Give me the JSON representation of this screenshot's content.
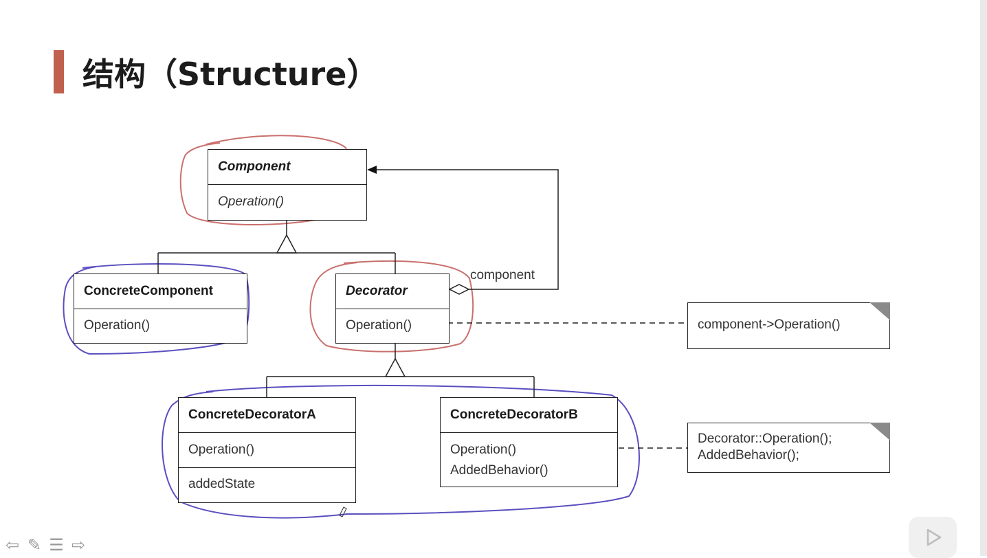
{
  "slide": {
    "title": "结构（Structure）",
    "accent_color": "#c0604e"
  },
  "diagram": {
    "component": {
      "name": "Component",
      "operations": [
        "Operation()"
      ]
    },
    "concrete_component": {
      "name": "ConcreteComponent",
      "operations": [
        "Operation()"
      ]
    },
    "decorator": {
      "name": "Decorator",
      "operations": [
        "Operation()"
      ]
    },
    "concrete_decorator_a": {
      "name": "ConcreteDecoratorA",
      "operations": [
        "Operation()"
      ],
      "state": [
        "addedState"
      ]
    },
    "concrete_decorator_b": {
      "name": "ConcreteDecoratorB",
      "operations": [
        "Operation()",
        "AddedBehavior()"
      ]
    },
    "association_label": "component",
    "note_decorator": [
      "component->Operation()"
    ],
    "note_concrete_b": [
      "Decorator::Operation();",
      "AddedBehavior();"
    ],
    "annotation_colors": {
      "red": "#c9706e",
      "blue": "#5a4fc0"
    }
  },
  "navigation": {
    "prev_icon": "arrow-left-icon",
    "pen_icon": "pen-icon",
    "menu_icon": "menu-icon",
    "next_icon": "arrow-right-icon",
    "play_icon": "play-icon"
  }
}
